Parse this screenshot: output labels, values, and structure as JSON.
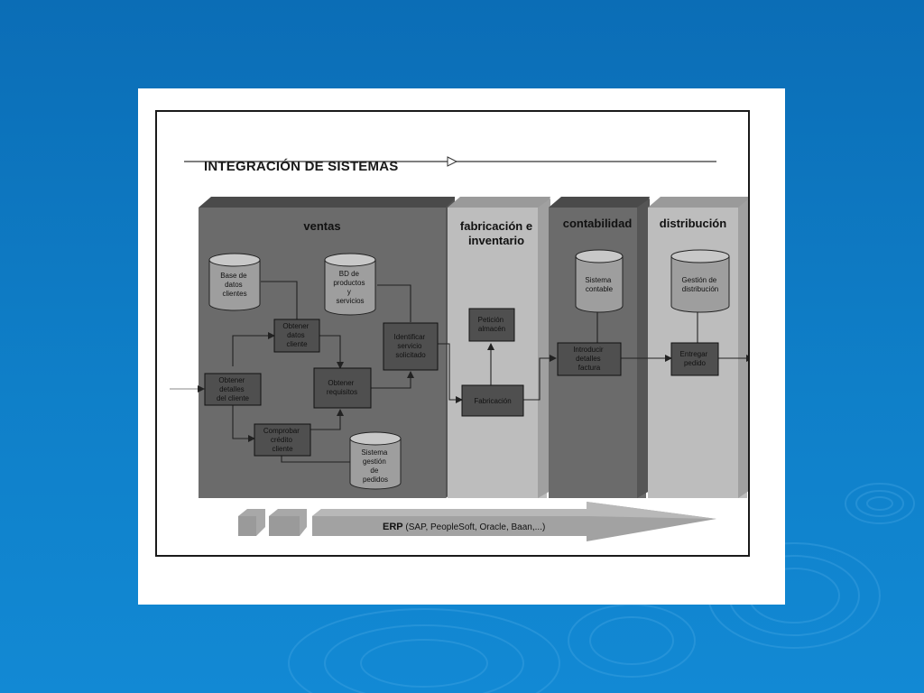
{
  "slide": {
    "title": "INTEGRACIÓN DE SISTEMAS"
  },
  "colors": {
    "background": "#0f7fc8",
    "ventas": "#6b6b6b",
    "fabricacion": "#bdbdbd",
    "contabilidad": "#6b6b6b",
    "distribucion": "#bdbdbd",
    "box": "#4f4f4f"
  },
  "columns": {
    "ventas": "ventas",
    "fabricacion_1": "fabricación e",
    "fabricacion_2": "inventario",
    "contabilidad": "contabilidad",
    "distribucion": "distribución"
  },
  "databases": {
    "base_datos_clientes": [
      "Base de",
      "datos",
      "clientes"
    ],
    "bd_productos": [
      "BD de",
      "productos",
      "y",
      "servicios"
    ],
    "sistema_gestion_pedidos": [
      "Sistema",
      "gestión",
      "de",
      "pedidos"
    ],
    "sistema_contable": [
      "Sistema",
      "contable"
    ],
    "gestion_distribucion": [
      "Gestión de",
      "distribución"
    ]
  },
  "processes": {
    "obtener_datos_cliente": [
      "Obtener",
      "datos",
      "cliente"
    ],
    "obtener_detalles_cliente": [
      "Obtener",
      "detalles",
      "del cliente"
    ],
    "obtener_requisitos": [
      "Obtener",
      "requisitos"
    ],
    "comprobar_credito": [
      "Comprobar",
      "crédito",
      "cliente"
    ],
    "identificar_servicio": [
      "Identificar",
      "servicio",
      "solicitado"
    ],
    "peticion_almacen": [
      "Petición",
      "almacén"
    ],
    "fabricacion": [
      "Fabricación"
    ],
    "introducir_detalles_factura": [
      "Introducir",
      "detalles",
      "factura"
    ],
    "entregar_pedido": [
      "Entregar",
      "pedido"
    ]
  },
  "erp": {
    "label": "ERP",
    "detail": " (SAP, PeopleSoft, Oracle, Baan,...)"
  }
}
